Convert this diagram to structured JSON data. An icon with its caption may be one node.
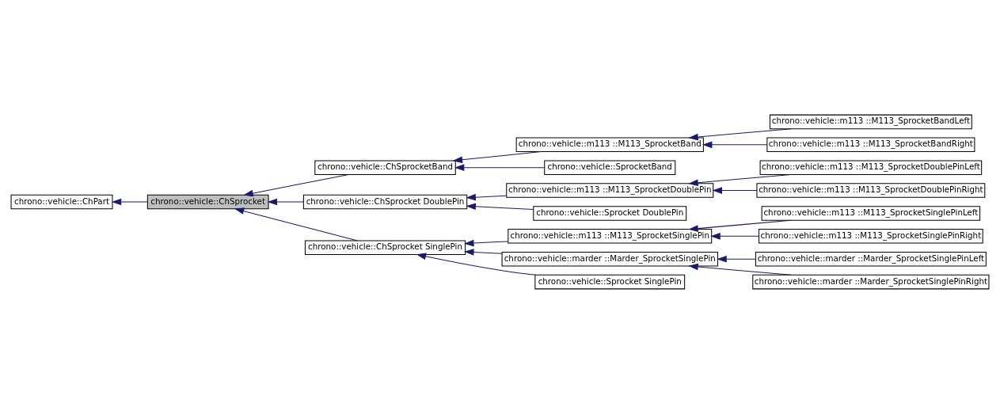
{
  "diagram": {
    "nodes": [
      {
        "text": [
          "chrono::vehicle::ChPart"
        ]
      },
      {
        "text": [
          "chrono::vehicle::ChSprocket"
        ]
      },
      {
        "text": [
          "chrono::vehicle::ChSprocketBand"
        ]
      },
      {
        "text": [
          "chrono::vehicle::ChSprocket DoublePin"
        ]
      },
      {
        "text": [
          "chrono::vehicle::ChSprocket SinglePin"
        ]
      },
      {
        "text": [
          "chrono::vehicle::m113 ::M113_SprocketBand"
        ]
      },
      {
        "text": [
          "chrono::vehicle::SprocketBand"
        ]
      },
      {
        "text": [
          "chrono::vehicle::m113 ::M113_SprocketDoublePin"
        ]
      },
      {
        "text": [
          "chrono::vehicle::Sprocket DoublePin"
        ]
      },
      {
        "text": [
          "chrono::vehicle::m113 ::M113_SprocketSinglePin"
        ]
      },
      {
        "text": [
          "chrono::vehicle::marder ::Marder_SprocketSinglePin"
        ]
      },
      {
        "text": [
          "chrono::vehicle::Sprocket SinglePin"
        ]
      },
      {
        "text": [
          "chrono::vehicle::m113 ::M113_SprocketBandLeft"
        ]
      },
      {
        "text": [
          "chrono::vehicle::m113 ::M113_SprocketBandRight"
        ]
      },
      {
        "text": [
          "chrono::vehicle::m113 ::M113_SprocketDoublePinLeft"
        ]
      },
      {
        "text": [
          "chrono::vehicle::m113 ::M113_SprocketDoublePinRight"
        ]
      },
      {
        "text": [
          "chrono::vehicle::m113 ::M113_SprocketSinglePinLeft"
        ]
      },
      {
        "text": [
          "chrono::vehicle::m113 ::M113_SprocketSinglePinRight"
        ]
      },
      {
        "text": [
          "chrono::vehicle::marder ::Marder_SprocketSinglePinLeft"
        ]
      },
      {
        "text": [
          "chrono::vehicle::marder ::Marder_SprocketSinglePinRight"
        ]
      }
    ],
    "edges": [
      {
        "from": 1,
        "to": 0,
        "arrow": "to"
      },
      {
        "from": 2,
        "to": 1,
        "arrow": "to"
      },
      {
        "from": 3,
        "to": 1,
        "arrow": "to"
      },
      {
        "from": 4,
        "to": 1,
        "arrow": "to"
      },
      {
        "from": 5,
        "to": 2,
        "arrow": "to"
      },
      {
        "from": 6,
        "to": 2,
        "arrow": "to"
      },
      {
        "from": 7,
        "to": 3,
        "arrow": "to"
      },
      {
        "from": 8,
        "to": 3,
        "arrow": "to"
      },
      {
        "from": 9,
        "to": 4,
        "arrow": "to"
      },
      {
        "from": 10,
        "to": 4,
        "arrow": "to"
      },
      {
        "from": 11,
        "to": 4,
        "arrow": "to"
      },
      {
        "from": 12,
        "to": 5,
        "arrow": "to"
      },
      {
        "from": 13,
        "to": 5,
        "arrow": "to"
      },
      {
        "from": 14,
        "to": 7,
        "arrow": "to"
      },
      {
        "from": 15,
        "to": 7,
        "arrow": "to"
      },
      {
        "from": 16,
        "to": 9,
        "arrow": "to"
      },
      {
        "from": 17,
        "to": 9,
        "arrow": "to"
      },
      {
        "from": 18,
        "to": 10,
        "arrow": "to"
      },
      {
        "from": 19,
        "to": 10,
        "arrow": "to"
      }
    ]
  }
}
